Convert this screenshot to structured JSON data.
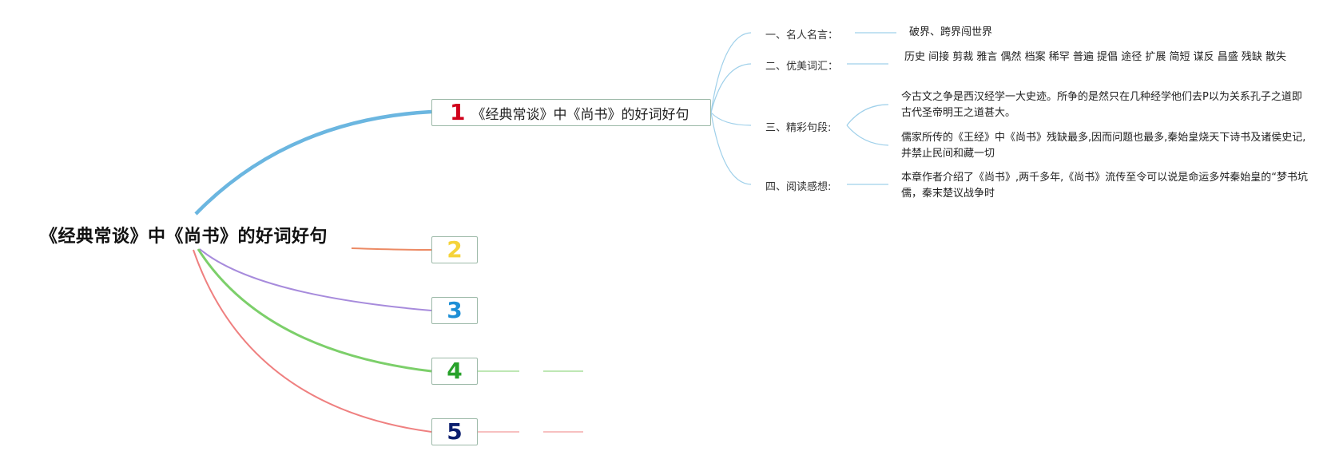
{
  "root": {
    "title": "《经典常谈》中《尚书》的好词好句"
  },
  "branches": [
    {
      "number": "1",
      "label": "《经典常谈》中《尚书》的好词好句",
      "color": "#d0021b",
      "line_color": "#6bb6e0"
    },
    {
      "number": "2",
      "label": "",
      "color": "#f5d33a",
      "line_color": "#ec8a64"
    },
    {
      "number": "3",
      "label": "",
      "color": "#1e8fd6",
      "line_color": "#a78bdc"
    },
    {
      "number": "4",
      "label": "",
      "color": "#27a12a",
      "line_color": "#7ccf6a"
    },
    {
      "number": "5",
      "label": "",
      "color": "#0b1e6e",
      "line_color": "#ef8080"
    }
  ],
  "sections": [
    {
      "label": "一、名人名言：",
      "details": [
        "破界、跨界闯世界"
      ]
    },
    {
      "label": "二、优美词汇：",
      "details": [
        "历史 间接 剪裁 雅言 偶然 档案 稀罕 普遍 提倡 途径 扩展 简短 谋反 昌盛 残缺 散失"
      ]
    },
    {
      "label": "三、精彩句段:",
      "details": [
        "今古文之争是西汉经学一大史迹。所争的是然只在几种经学他们去P以为关系孔子之道即古代圣帝明王之道甚大。",
        "儒家所传的《王经》中《尚书》残缺最多,因而问题也最多,秦始皇烧天下诗书及诸侯史记,并禁止民间和藏一切"
      ]
    },
    {
      "label": "四、阅读感想:",
      "details": [
        "本章作者介绍了《尚书》,两千多年,《尚书》流传至令可以说是命运多舛秦始皇的“梦书坑儒，秦末楚议战争时"
      ]
    }
  ],
  "colors": {
    "node_border": "#9cb9a8",
    "sub_line": "#9fd0ea"
  }
}
